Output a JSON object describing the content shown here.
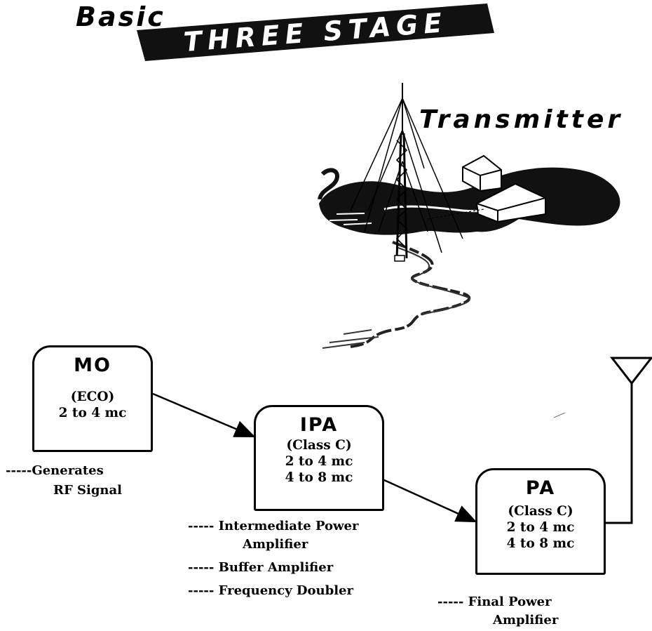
{
  "title": {
    "line1": "Basic",
    "banner": "THREE STAGE",
    "line3": "Transmitter"
  },
  "stages": [
    {
      "name": "MO",
      "lines": [
        "(ECO)",
        "2 to 4 mc"
      ]
    },
    {
      "name": "IPA",
      "lines": [
        "(Class C)",
        "2 to 4 mc",
        "4 to 8 mc"
      ]
    },
    {
      "name": "PA",
      "lines": [
        "(Class C)",
        "2 to 4 mc",
        "4 to 8 mc"
      ]
    }
  ],
  "notes": {
    "mo": [
      "-----Generates",
      "RF Signal"
    ],
    "ipa_1": [
      "----- Intermediate Power",
      "Amplifier"
    ],
    "ipa_2": "----- Buffer Amplifier",
    "ipa_3": "----- Frequency Doubler",
    "pa": [
      "----- Final Power",
      "Amplifier"
    ]
  }
}
